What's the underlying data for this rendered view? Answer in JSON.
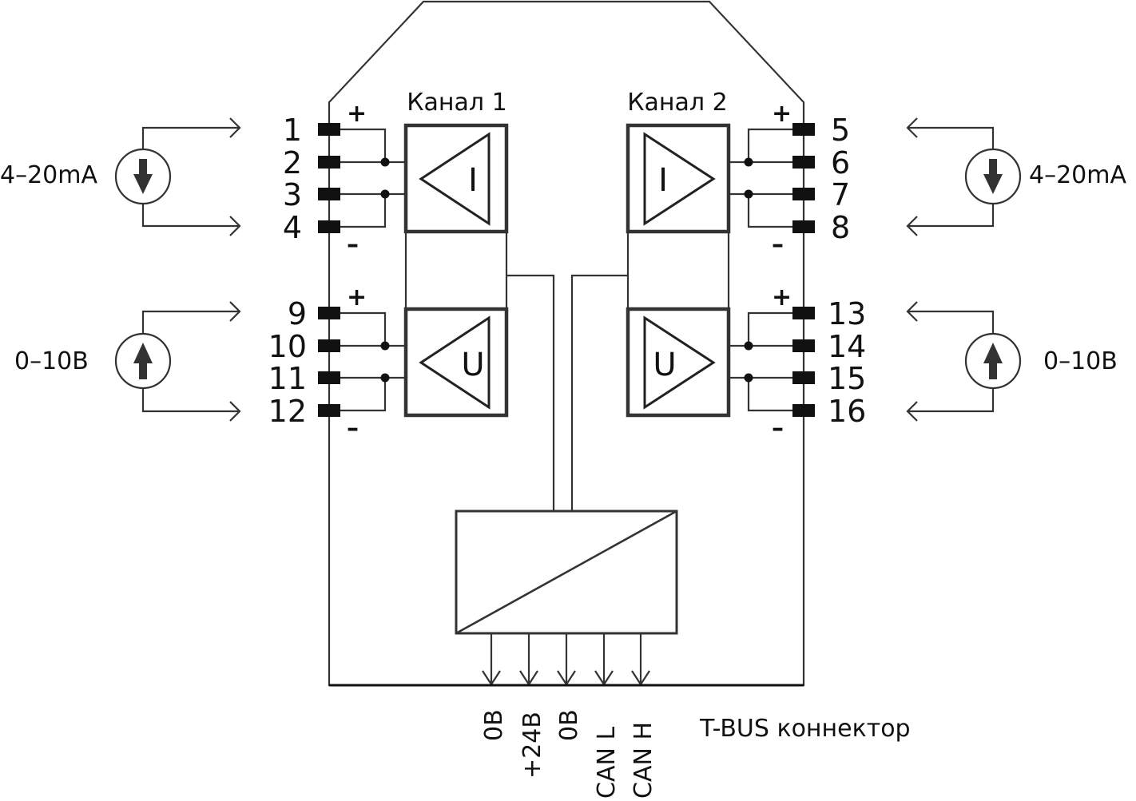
{
  "channels": [
    {
      "title": "Канал 1",
      "current_symbol": "I",
      "voltage_symbol": "U"
    },
    {
      "title": "Канал 2",
      "current_symbol": "I",
      "voltage_symbol": "U"
    }
  ],
  "terminals": {
    "left": [
      "1",
      "2",
      "3",
      "4",
      "9",
      "10",
      "11",
      "12"
    ],
    "right": [
      "5",
      "6",
      "7",
      "8",
      "13",
      "14",
      "15",
      "16"
    ]
  },
  "polarity": {
    "plus": "+",
    "minus": "–"
  },
  "sources": {
    "current_label": "4–20mA",
    "voltage_label": "0–10B"
  },
  "bus": {
    "pins": [
      "0B",
      "+24B",
      "0B",
      "CAN L",
      "CAN H"
    ],
    "title": "T-BUS коннектор"
  },
  "colors": {
    "line": "#333333",
    "terminal": "#111111"
  }
}
